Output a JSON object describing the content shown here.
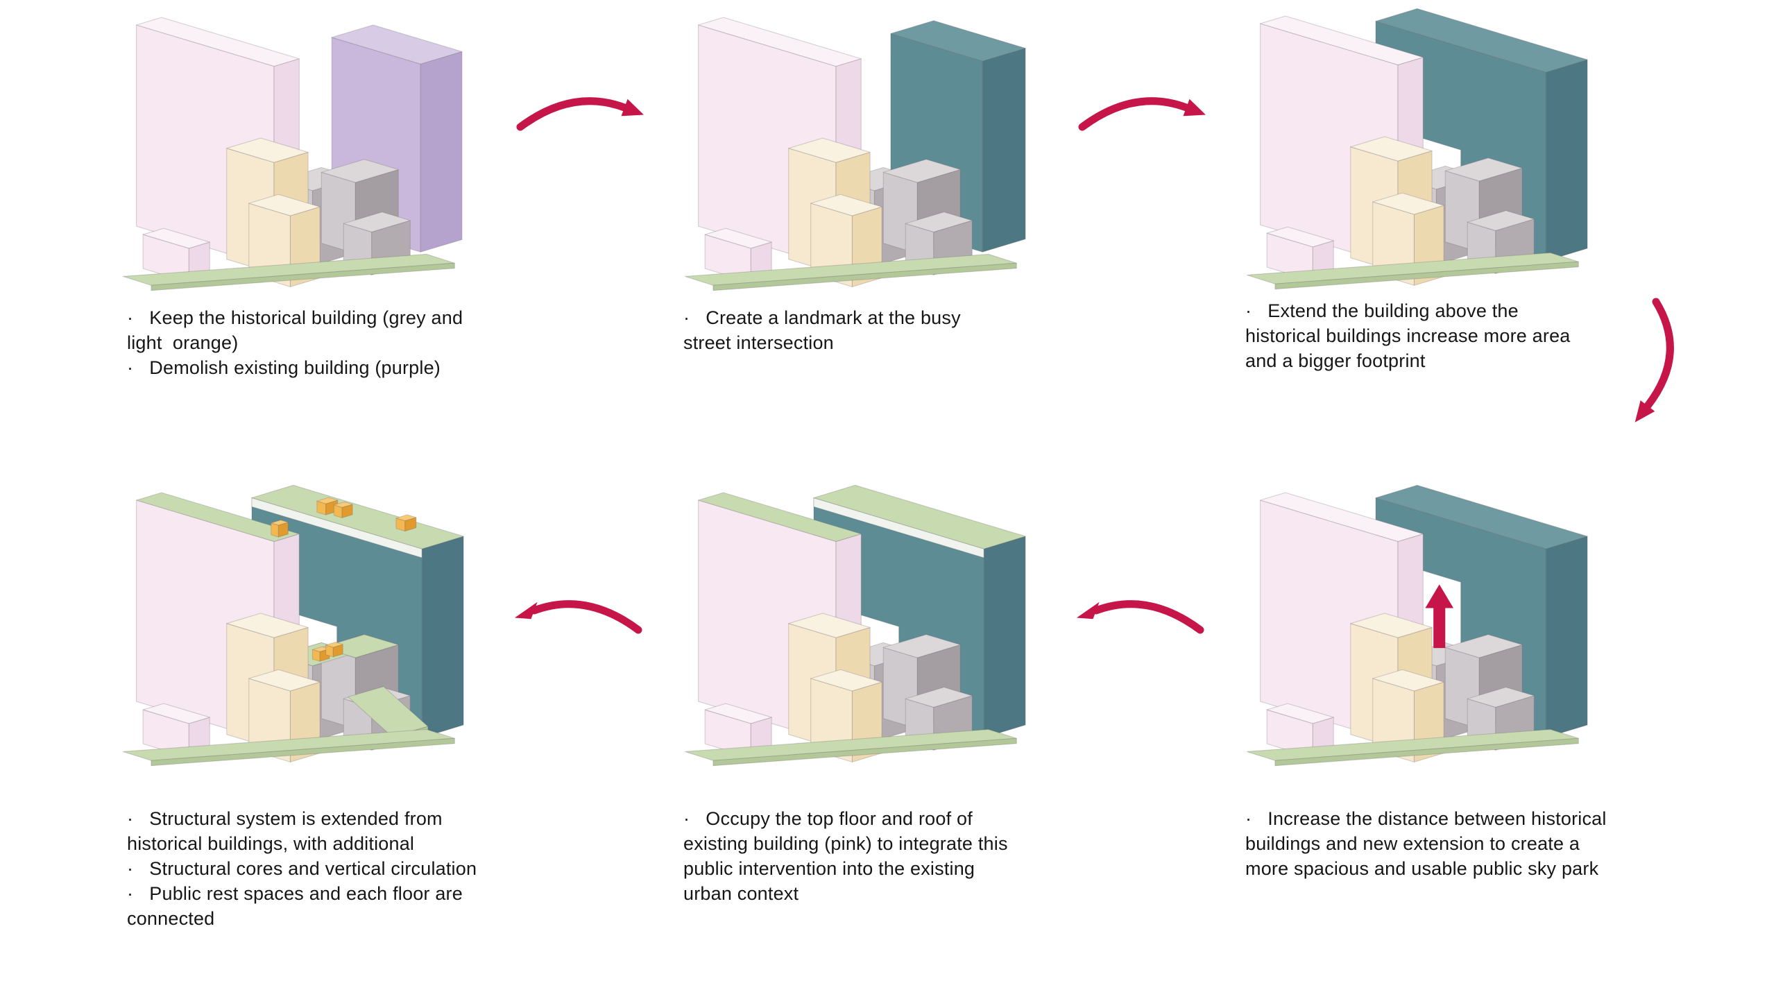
{
  "palette": {
    "background": "#ffffff",
    "text": "#161616",
    "arrow": "#c51549",
    "pink_face": "#f8e8f1",
    "pink_side": "#eed9e8",
    "pink_top": "#fbf2f7",
    "purple_face": "#c9b8db",
    "purple_side": "#b5a2cd",
    "purple_top": "#d7cbe5",
    "grey_face": "#cfcacd",
    "grey_side": "#b2acb0",
    "grey_top": "#dcd8da",
    "grey_dark": "#a49ea2",
    "cream_face": "#f6e9cf",
    "cream_side": "#edd9b0",
    "cream_top": "#faf2e1",
    "teal_face": "#5d8c95",
    "teal_side": "#4d7883",
    "teal_top": "#6f9aa2",
    "green_top": "#c8dab0",
    "green_side": "#b3c898",
    "fascia": "#f1f4ee",
    "orange_face": "#f4b851",
    "orange_side": "#e09a2d",
    "orange_top": "#f8ca74"
  },
  "steps": [
    {
      "name": "step-1",
      "figure": "existing-massing-pink-purple-grey-cream",
      "bullets": [
        "·   Keep the historical building (grey and light  orange)",
        "·   Demolish existing building (purple)"
      ]
    },
    {
      "name": "step-2",
      "figure": "new-teal-tower-replaces-purple",
      "bullets": [
        "·   Create a landmark at the busy street intersection"
      ]
    },
    {
      "name": "step-3",
      "figure": "teal-volume-extended-above-historical",
      "bullets": [
        "·   Extend the building above the historical buildings increase more area and a bigger footprint"
      ]
    },
    {
      "name": "step-4",
      "figure": "teal-volume-lifted-with-up-arrow",
      "bullets": [
        "·   Increase the distance between historical buildings and new extension to create a more spacious and usable public sky park"
      ]
    },
    {
      "name": "step-5",
      "figure": "green-roof-occupies-pink-top",
      "bullets": [
        "·   Occupy the top floor and roof of existing building (pink) to integrate this public intervention into the existing urban context"
      ]
    },
    {
      "name": "step-6",
      "figure": "final-massing-green-roofs-orange-cores",
      "bullets": [
        "·   Structural system is extended from historical buildings, with additional",
        "·   Structural cores and vertical circulation",
        "·   Public rest spaces and each floor are connected"
      ]
    }
  ]
}
